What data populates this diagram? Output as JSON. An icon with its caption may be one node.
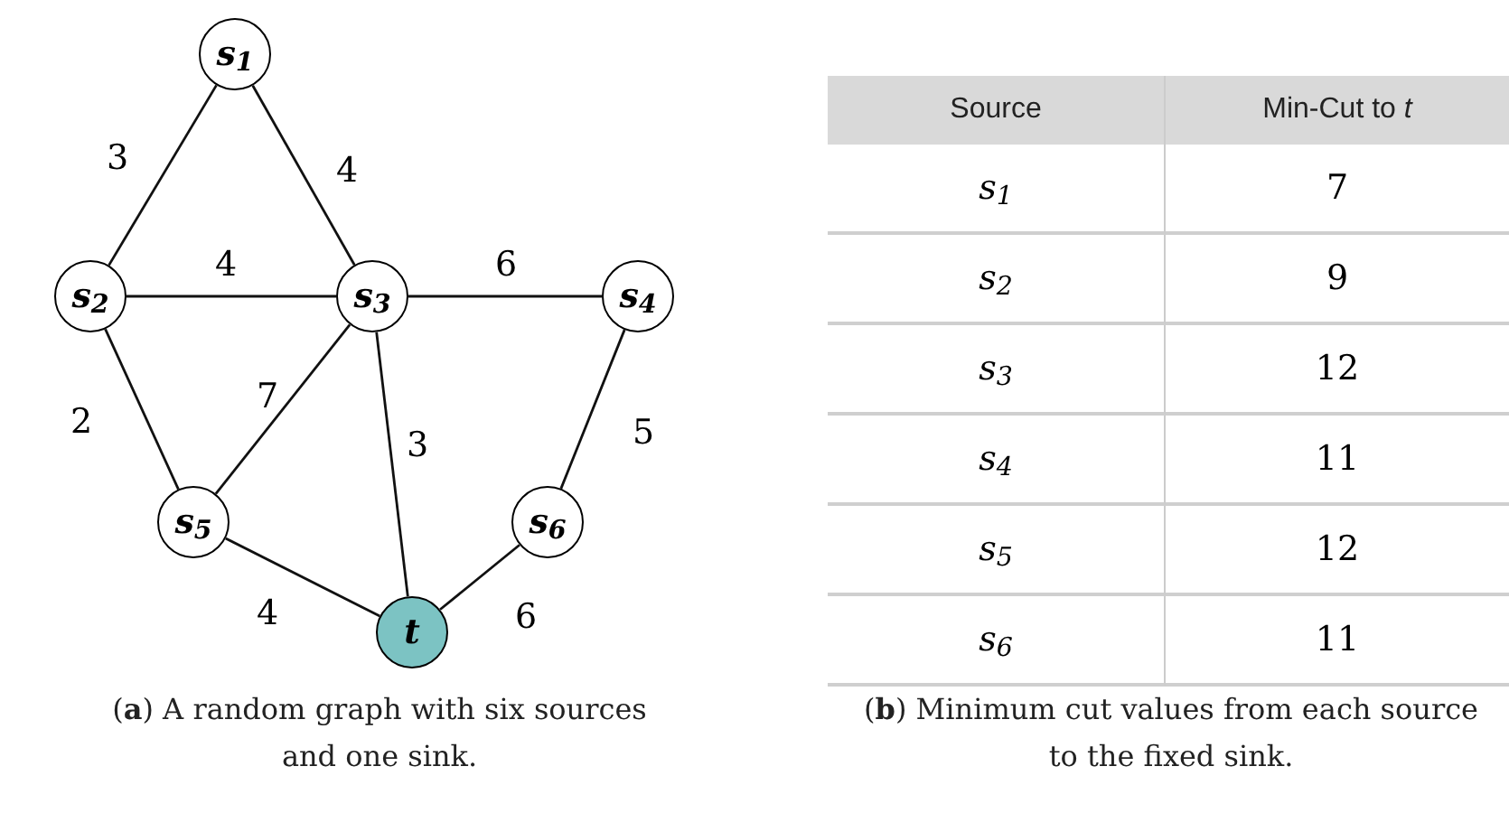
{
  "diagram": {
    "nodes": [
      {
        "text": [
          "s$_{1}$"
        ]
      },
      {
        "text": [
          "s$_{2}$"
        ]
      },
      {
        "text": [
          "s$_{3}$"
        ]
      },
      {
        "text": [
          "s$_{4}$"
        ]
      },
      {
        "text": [
          "s$_{5}$"
        ]
      },
      {
        "text": [
          "s$_{6}$"
        ]
      },
      {
        "text": [
          "t"
        ]
      }
    ],
    "edges": [
      {
        "from": 0,
        "to": 1,
        "arrow": "none",
        "label": "3"
      },
      {
        "from": 0,
        "to": 2,
        "arrow": "none",
        "label": "4"
      },
      {
        "from": 1,
        "to": 2,
        "arrow": "none",
        "label": "4"
      },
      {
        "from": 2,
        "to": 3,
        "arrow": "none",
        "label": "6"
      },
      {
        "from": 1,
        "to": 4,
        "arrow": "none",
        "label": "2"
      },
      {
        "from": 2,
        "to": 4,
        "arrow": "none",
        "label": "7"
      },
      {
        "from": 2,
        "to": 6,
        "arrow": "none",
        "label": "3"
      },
      {
        "from": 3,
        "to": 5,
        "arrow": "none",
        "label": "5"
      },
      {
        "from": 4,
        "to": 6,
        "arrow": "none",
        "label": "4"
      },
      {
        "from": 5,
        "to": 6,
        "arrow": "none",
        "label": "6"
      }
    ],
    "labels": [
      "Source",
      "Min-Cut to *t*",
      "s$_{1}$",
      "7",
      "s$_{2}$",
      "9",
      "s$_{3}$",
      "12",
      "s$_{4}$",
      "11",
      "s$_{5}$",
      "12",
      "s$_{6}$",
      "11",
      "(**a**) A random graph with six sources and one sink.",
      "(**b**) Minimum cut values from each source to the fixed sink."
    ]
  }
}
